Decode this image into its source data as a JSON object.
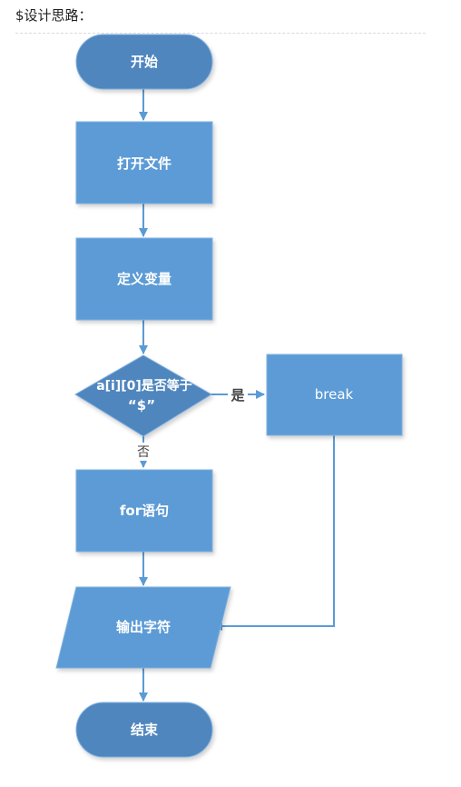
{
  "heading": "$设计思路：",
  "colors": {
    "terminal_fill": "#4f86be",
    "process_fill": "#5b9bd5",
    "process_border": "#7fb1e2",
    "decision_fill": "#4f86be",
    "arrow": "#5b9bd5",
    "label_text": "#ffffff",
    "branch_text": "#444444"
  },
  "flowchart": {
    "start": "开始",
    "open_file": "打开文件",
    "define_vars": "定义变量",
    "decision_line1": "a[i][0]是否等于",
    "decision_line2": "“$”",
    "yes_label": "是",
    "no_label": "否",
    "break_box": "break",
    "for_box": "for语句",
    "output": "输出字符",
    "end": "结束"
  }
}
